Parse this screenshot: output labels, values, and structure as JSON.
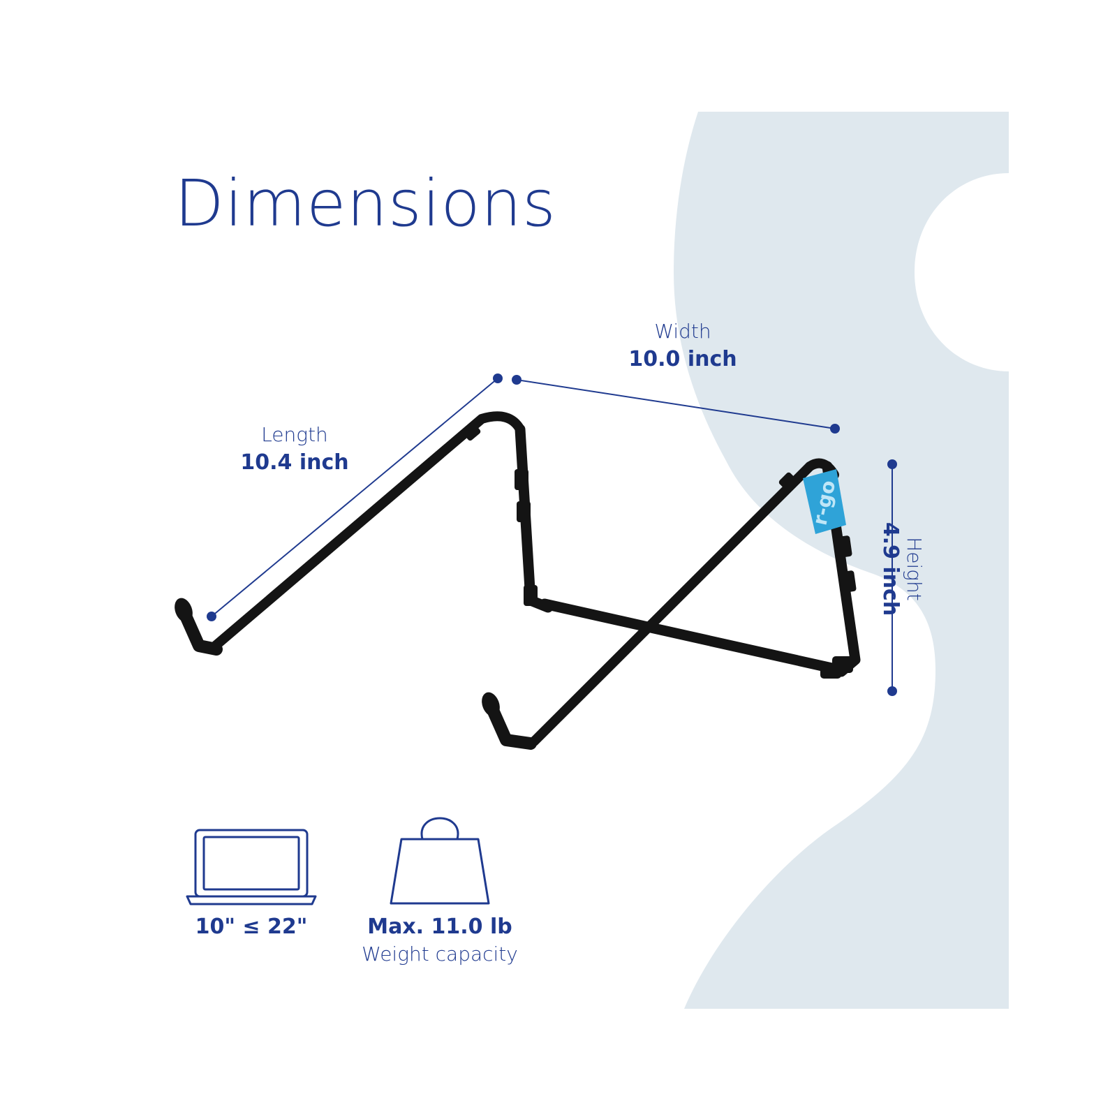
{
  "title": "Dimensions",
  "dimensions": {
    "width": {
      "label": "Width",
      "value": "10.0 inch"
    },
    "length": {
      "label": "Length",
      "value": "10.4 inch"
    },
    "height": {
      "label": "Height",
      "value": "4.9 inch"
    }
  },
  "features": {
    "screen_size": {
      "icon": "laptop-icon",
      "value": "10\" ≤ 22\""
    },
    "weight": {
      "icon": "weight-icon",
      "value": "Max. 11.0 lb",
      "label": "Weight capacity"
    }
  },
  "brand_tag": "r-go",
  "colors": {
    "accent": "#1f3a8f",
    "background_shape": "#dfe8ee",
    "brand_tag": "#2fa3d8",
    "stand": "#141414"
  }
}
